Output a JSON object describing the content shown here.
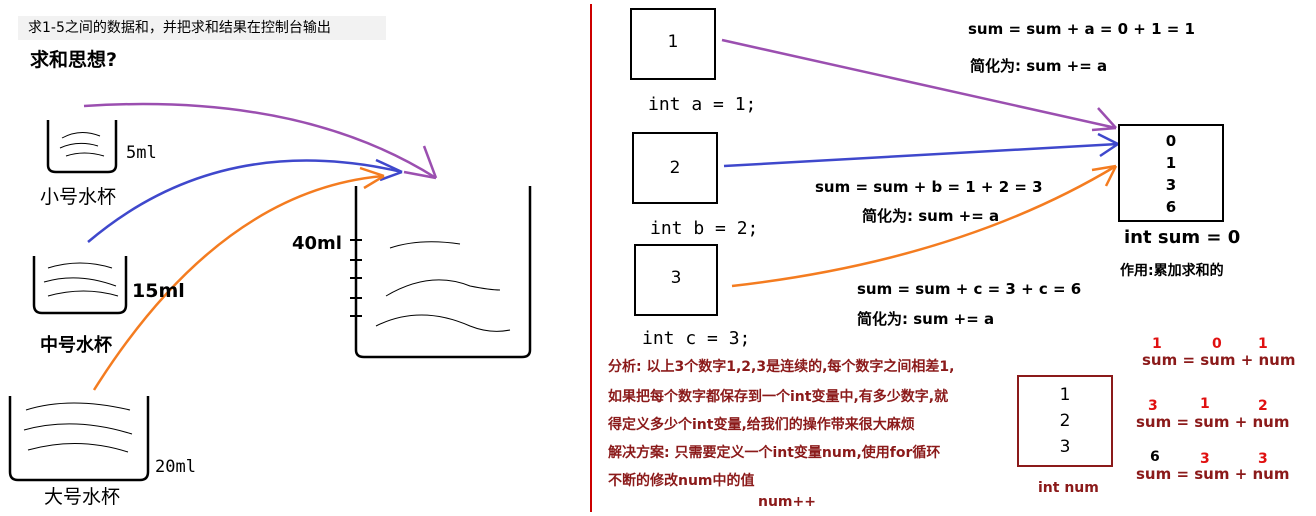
{
  "header": {
    "title": "求1-5之间的数据和，并把求和结果在控制台输出"
  },
  "left": {
    "question": "求和思想?",
    "small_cup": {
      "volume": "5ml",
      "label": "小号水杯"
    },
    "medium_cup": {
      "volume": "15ml",
      "label": "中号水杯"
    },
    "large_cup": {
      "volume": "20ml",
      "label": "大号水杯"
    },
    "beaker_volume": "40ml"
  },
  "right": {
    "var_a": {
      "value": "1",
      "code": "int a = 1;"
    },
    "var_b": {
      "value": "2",
      "code": "int b = 2;"
    },
    "var_c": {
      "value": "3",
      "code": "int c = 3;"
    },
    "expr_a": "sum = sum + a = 0 + 1 = 1",
    "simp_a": "简化为: sum += a",
    "expr_b": "sum = sum + b = 1 + 2 = 3",
    "simp_b": "简化为: sum += a",
    "expr_c": "sum = sum + c = 3 + c = 6",
    "simp_c": "简化为: sum += a",
    "sum_box": {
      "values": [
        "0",
        "1",
        "3",
        "6"
      ],
      "label": "int sum = 0",
      "purpose": "作用:累加求和的"
    },
    "analysis": [
      "分析: 以上3个数字1,2,3是连续的,每个数字之间相差1,",
      "如果把每个数字都保存到一个int变量中,有多少数字,就",
      "得定义多少个int变量,给我们的操作带来很大麻烦",
      "解决方案: 只需要定义一个int变量num,使用for循环",
      "不断的修改num中的值"
    ],
    "num_increment": "num++",
    "num_box": {
      "values": [
        "1",
        "2",
        "3"
      ],
      "label": "int num"
    },
    "equations": [
      {
        "a": "1",
        "b": "0",
        "c": "1",
        "text": "sum = sum + num"
      },
      {
        "a": "3",
        "b": "1",
        "c": "2",
        "text": "sum = sum + num"
      },
      {
        "a": "6",
        "b": "3",
        "c": "3",
        "text": "sum = sum + num"
      }
    ]
  },
  "colors": {
    "purple": "#9b4fb0",
    "blue": "#3f48cc",
    "orange": "#f47c20",
    "red": "#e01010",
    "dark_red": "#8b1a1a",
    "divider": "#cc0000"
  }
}
